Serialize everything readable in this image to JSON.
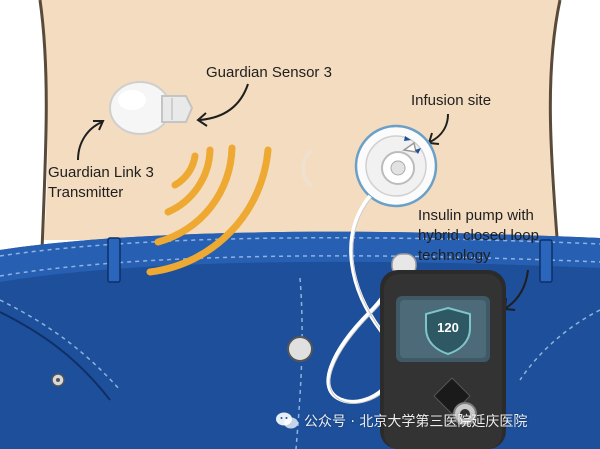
{
  "labels": {
    "sensor": "Guardian Sensor 3",
    "link_line1": "Guardian Link 3",
    "link_line2": "Transmitter",
    "infusion": "Infusion site",
    "pump_line1": "Insulin pump with",
    "pump_line2": "hybrid closed loop",
    "pump_line3": "technology"
  },
  "pump_display": {
    "reading": "120"
  },
  "watermark": {
    "text": "公众号 · 北京大学第三医院延庆医院"
  },
  "colors": {
    "skin": "#f4dcc0",
    "denim": "#1d4f9a",
    "signal": "#eda931",
    "pump": "#2b2b2b",
    "screen": "#3f5a66"
  }
}
